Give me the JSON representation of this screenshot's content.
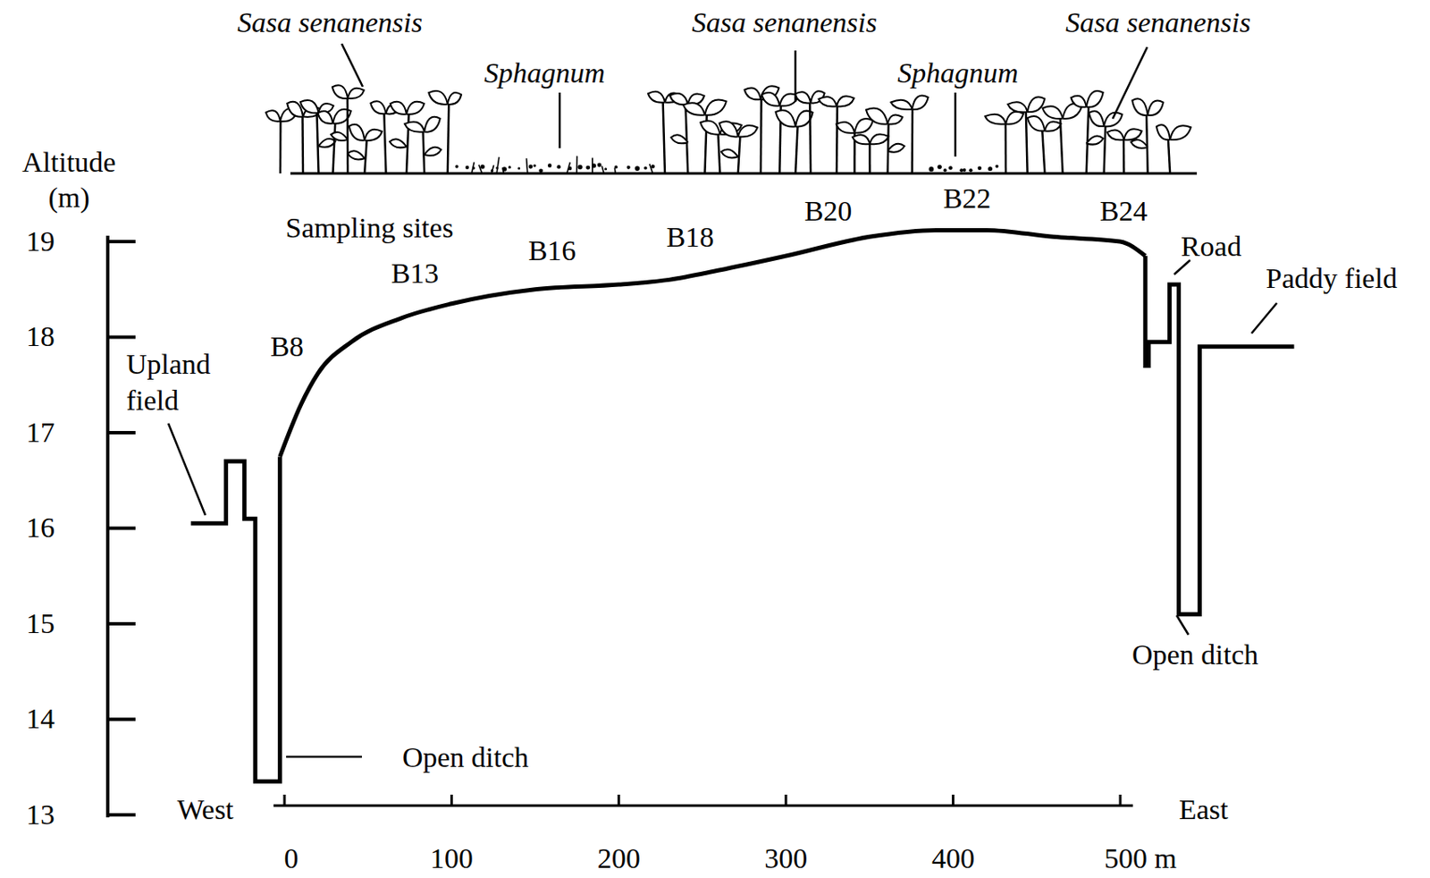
{
  "diagram": {
    "labels": [
      "Sasa senanensis",
      "Sphagnum",
      "Sasa senanensis",
      "Sphagnum",
      "Sasa senanensis",
      "Altitude (m)",
      "19",
      "18",
      "17",
      "16",
      "15",
      "14",
      "13",
      "Sampling sites",
      "B8",
      "B13",
      "B16",
      "B18",
      "B20",
      "B22",
      "B24",
      "Upland field",
      "Road",
      "Paddy field",
      "Open ditch",
      "Open ditch",
      "West",
      "East",
      "0",
      "100",
      "200",
      "300",
      "400",
      "500 m"
    ]
  }
}
